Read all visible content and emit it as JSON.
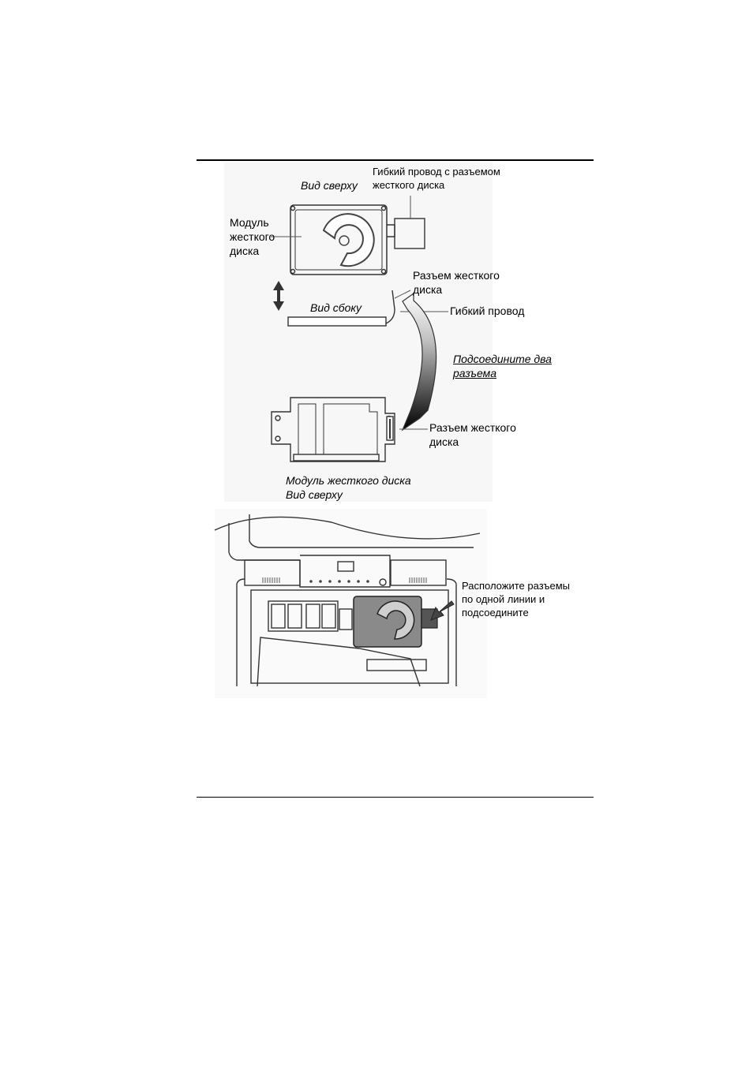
{
  "labels": {
    "top_view": "Вид сверху",
    "flex_connector_1": "Гибкий провод с разъемом",
    "flex_connector_2": "жесткого диска",
    "module_1": "Модуль",
    "module_2": "жесткого",
    "module_3": "диска",
    "hdd_connector_1": "Разъем жесткого",
    "hdd_connector_2": "диска",
    "side_view": "Вид сбоку",
    "flex_cable": "Гибкий провод",
    "connect_1": "Подсоедините два",
    "connect_2": "разъема",
    "hdd_connector_b1": "Разъем жесткого",
    "hdd_connector_b2": "диска",
    "module_top_1": "Модуль жесткого диска",
    "module_top_2": "Вид сверху",
    "align_1": "Расположите разъемы",
    "align_2": "по одной линии и",
    "align_3": "подсоедините"
  }
}
